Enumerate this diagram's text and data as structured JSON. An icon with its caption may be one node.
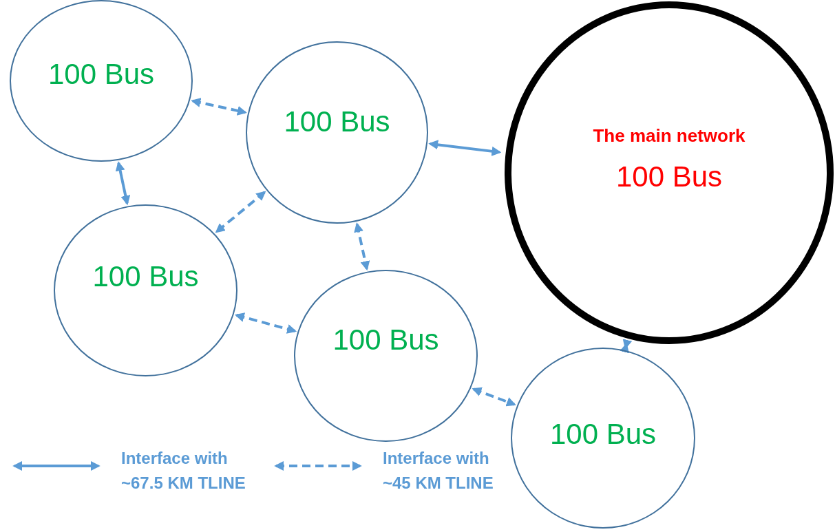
{
  "diagram": {
    "nodes": [
      {
        "text": [
          "100 Bus"
        ]
      },
      {
        "text": [
          "100 Bus"
        ]
      },
      {
        "text": [
          "The main network",
          "100 Bus"
        ]
      },
      {
        "text": [
          "100 Bus"
        ]
      },
      {
        "text": [
          "100 Bus"
        ]
      },
      {
        "text": [
          "100 Bus"
        ]
      }
    ],
    "edges": [
      {
        "from": 0,
        "to": 1,
        "arrow": "both",
        "style": "dashed"
      },
      {
        "from": 0,
        "to": 3,
        "arrow": "both"
      },
      {
        "from": 1,
        "to": 2,
        "arrow": "both"
      },
      {
        "from": 1,
        "to": 3,
        "arrow": "both",
        "style": "dashed"
      },
      {
        "from": 1,
        "to": 4,
        "arrow": "both",
        "style": "dashed"
      },
      {
        "from": 3,
        "to": 4,
        "arrow": "both",
        "style": "dashed"
      },
      {
        "from": 4,
        "to": 5,
        "arrow": "both",
        "style": "dashed"
      },
      {
        "from": 2,
        "to": 5,
        "arrow": "both"
      }
    ],
    "legend": [
      {
        "text": "Interface with ~67.5 KM TLINE"
      },
      {
        "text": "Interface with ~45 KM TLINE"
      }
    ]
  }
}
